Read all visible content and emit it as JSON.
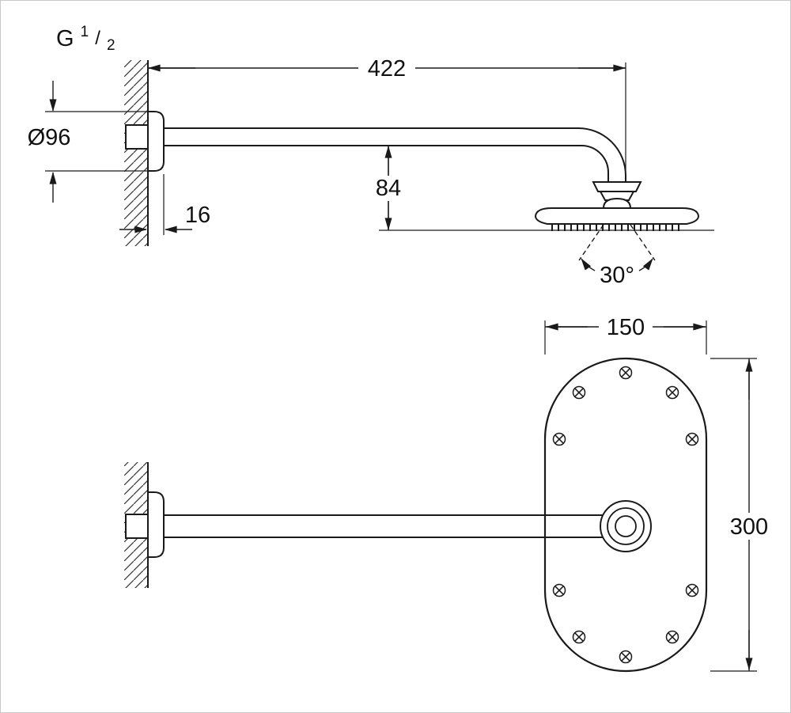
{
  "meta": {
    "line_color": "#1a1a1a",
    "background_color": "#ffffff",
    "border_color": "#c9c9c9"
  },
  "side_view": {
    "thread": {
      "prefix": "G",
      "numerator": "1",
      "slash": "/",
      "denominator": "2"
    },
    "dim_arm_length": "422",
    "dim_flange_diameter": "Ø96",
    "dim_flange_depth": "16",
    "dim_head_drop": "84",
    "dim_spray_angle": "30°"
  },
  "plan_view": {
    "dim_plate_width": "150",
    "dim_plate_length": "300"
  }
}
